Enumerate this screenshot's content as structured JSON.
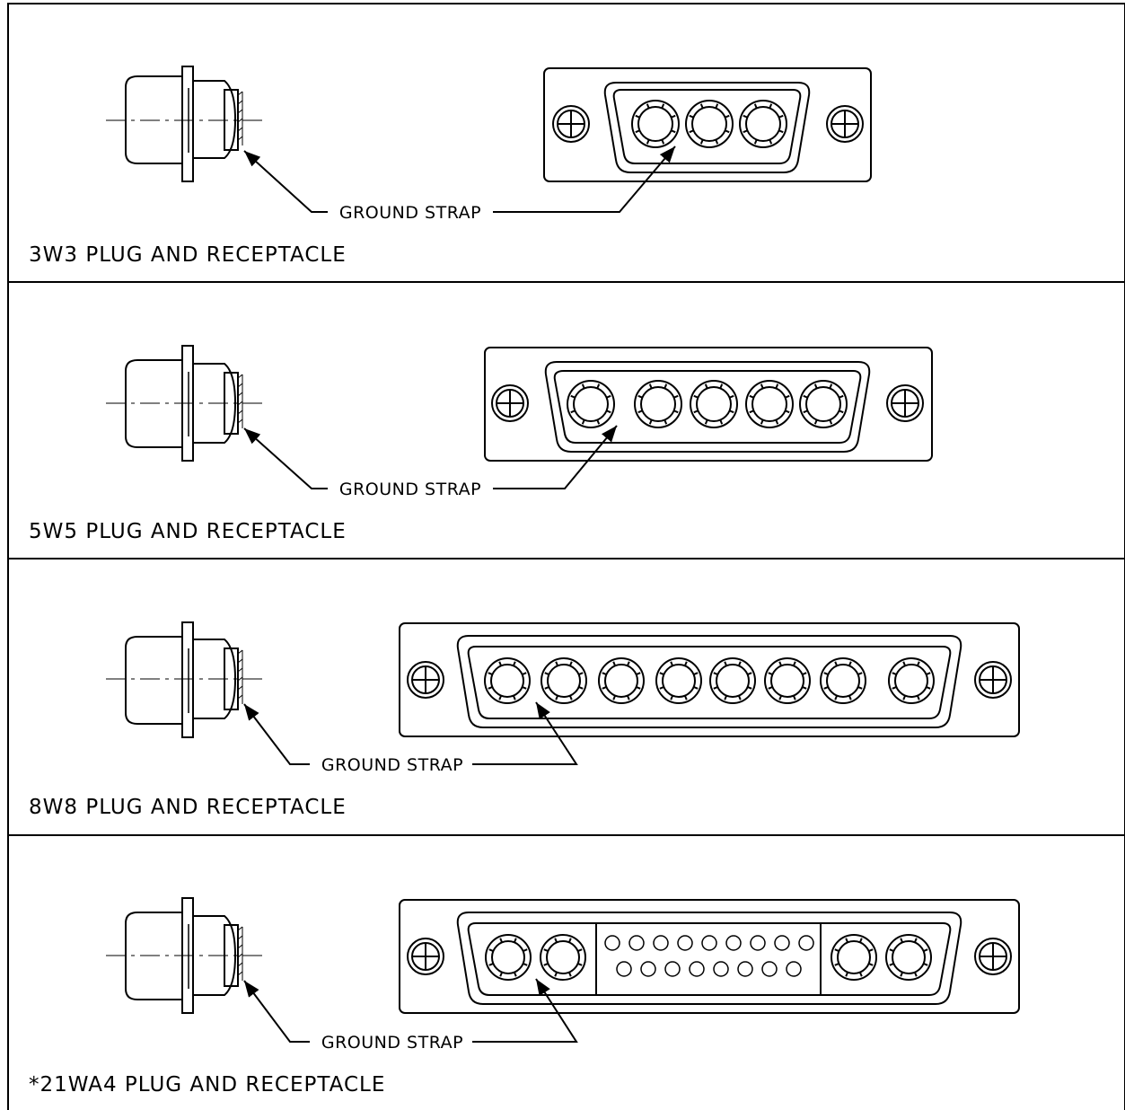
{
  "panels": [
    {
      "title": "3W3 PLUG AND RECEPTACLE",
      "callout": "GROUND STRAP",
      "contacts": 3,
      "inserts": "none"
    },
    {
      "title": "5W5 PLUG AND RECEPTACLE",
      "callout": "GROUND STRAP",
      "contacts": 5,
      "inserts": "none"
    },
    {
      "title": "8W8 PLUG AND RECEPTACLE",
      "callout": "GROUND STRAP",
      "contacts": 8,
      "inserts": "none"
    },
    {
      "title": "*21WA4 PLUG AND RECEPTACLE",
      "callout": "GROUND STRAP",
      "contacts": 4,
      "inserts": "signal-pin-block"
    }
  ],
  "colors": {
    "line": "#000000",
    "background": "#ffffff"
  }
}
